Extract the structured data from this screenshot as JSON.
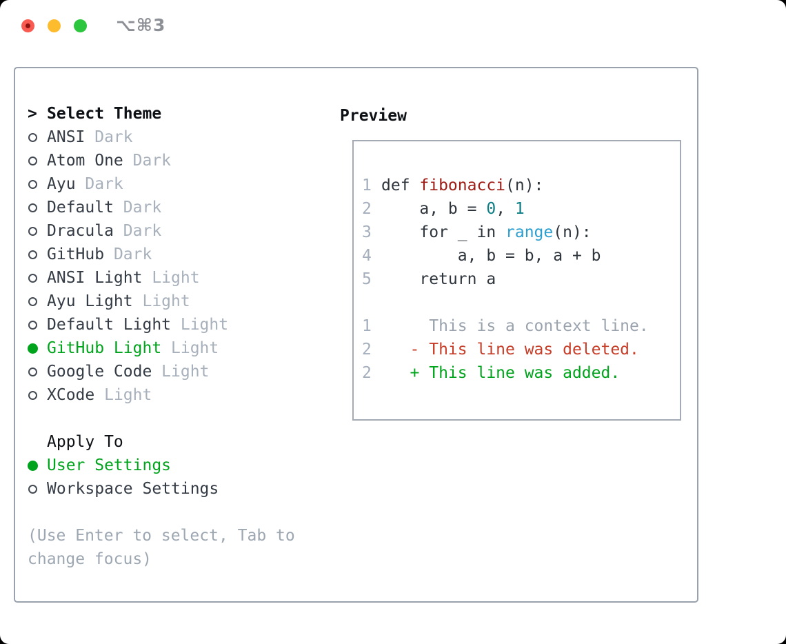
{
  "window": {
    "shortcut": "⌥⌘3",
    "traffic_lights": [
      "close",
      "minimize",
      "zoom"
    ]
  },
  "colors": {
    "accent_green": "#00a41c",
    "deleted_red": "#c63c26",
    "function_red": "#9e1c15",
    "number_teal": "#0c7d85",
    "builtin_blue": "#2b9fd0",
    "text_dark": "#343b44",
    "heading_black": "#0d1014",
    "muted_gray": "#a7b0bb",
    "line_number_gray": "#a4aebc",
    "border_gray": "#99a1ac",
    "titlebar_text": "#8c8f95",
    "traffic_close": "#f85950",
    "traffic_minimize": "#fdbc2e",
    "traffic_zoom": "#2cc63e"
  },
  "panel": {
    "prompt": ">",
    "select_theme_label": "Select Theme",
    "themes": [
      {
        "name": "ANSI",
        "variant": "Dark",
        "selected": false
      },
      {
        "name": "Atom One",
        "variant": "Dark",
        "selected": false
      },
      {
        "name": "Ayu",
        "variant": "Dark",
        "selected": false
      },
      {
        "name": "Default",
        "variant": "Dark",
        "selected": false
      },
      {
        "name": "Dracula",
        "variant": "Dark",
        "selected": false
      },
      {
        "name": "GitHub",
        "variant": "Dark",
        "selected": false
      },
      {
        "name": "ANSI Light",
        "variant": "Light",
        "selected": false
      },
      {
        "name": "Ayu Light",
        "variant": "Light",
        "selected": false
      },
      {
        "name": "Default Light",
        "variant": "Light",
        "selected": false
      },
      {
        "name": "GitHub Light",
        "variant": "Light",
        "selected": true
      },
      {
        "name": "Google Code",
        "variant": "Light",
        "selected": false
      },
      {
        "name": "XCode",
        "variant": "Light",
        "selected": false
      }
    ],
    "apply_to": {
      "label": "Apply To",
      "options": [
        {
          "name": "User Settings",
          "selected": true
        },
        {
          "name": "Workspace Settings",
          "selected": false
        }
      ]
    },
    "hint": "(Use Enter to select, Tab to change focus)"
  },
  "preview": {
    "title": "Preview",
    "lines": [
      {
        "n": "1",
        "tokens": [
          {
            "t": "def ",
            "c": "code"
          },
          {
            "t": "fibonacci",
            "c": "func"
          },
          {
            "t": "(n):",
            "c": "code"
          }
        ]
      },
      {
        "n": "2",
        "tokens": [
          {
            "t": "    a, b = ",
            "c": "code"
          },
          {
            "t": "0",
            "c": "num"
          },
          {
            "t": ", ",
            "c": "code"
          },
          {
            "t": "1",
            "c": "num"
          }
        ]
      },
      {
        "n": "3",
        "tokens": [
          {
            "t": "    for _ in ",
            "c": "code"
          },
          {
            "t": "range",
            "c": "builtin"
          },
          {
            "t": "(n):",
            "c": "code"
          }
        ]
      },
      {
        "n": "4",
        "tokens": [
          {
            "t": "        a, b = b, a + b",
            "c": "code"
          }
        ]
      },
      {
        "n": "5",
        "tokens": [
          {
            "t": "    return a",
            "c": "code"
          }
        ]
      },
      {
        "n": "",
        "tokens": []
      },
      {
        "n": "1",
        "tokens": [
          {
            "t": "     This is a context line.",
            "c": "context"
          }
        ]
      },
      {
        "n": "2",
        "tokens": [
          {
            "t": "   - This line was deleted.",
            "c": "del"
          }
        ]
      },
      {
        "n": "2",
        "tokens": [
          {
            "t": "   + This line was added.",
            "c": "add"
          }
        ]
      }
    ]
  }
}
